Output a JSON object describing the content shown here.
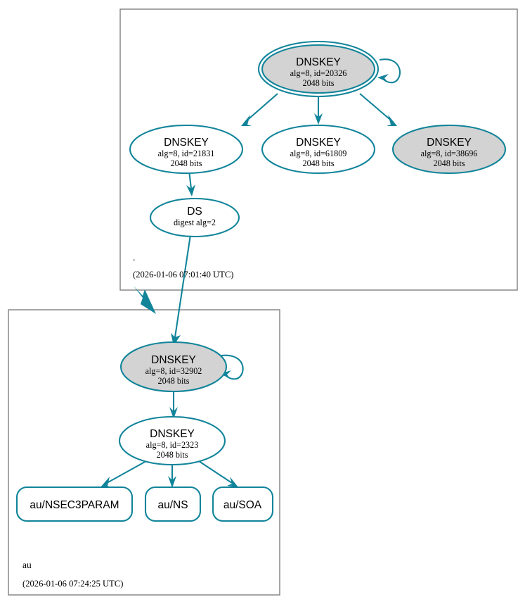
{
  "diagram": {
    "kind": "dnssec-authentication-chain",
    "accent_color": "#11849a",
    "secure_key_fill": "#d3d3d3",
    "zone_border_color": "#808080"
  },
  "zones": [
    {
      "id": "root",
      "name": ".",
      "timestamp": "(2026-01-06 07:01:40 UTC)"
    },
    {
      "id": "au",
      "name": "au",
      "timestamp": "(2026-01-06 07:24:25 UTC)"
    }
  ],
  "nodes": {
    "root_ksk": {
      "title": "DNSKEY",
      "line2": "alg=8, id=20326",
      "line3": "2048 bits"
    },
    "root_zsk_21831": {
      "title": "DNSKEY",
      "line2": "alg=8, id=21831",
      "line3": "2048 bits"
    },
    "root_zsk_61809": {
      "title": "DNSKEY",
      "line2": "alg=8, id=61809",
      "line3": "2048 bits"
    },
    "root_key_38696": {
      "title": "DNSKEY",
      "line2": "alg=8, id=38696",
      "line3": "2048 bits"
    },
    "ds": {
      "title": "DS",
      "line2": "digest alg=2"
    },
    "au_ksk": {
      "title": "DNSKEY",
      "line2": "alg=8, id=32902",
      "line3": "2048 bits"
    },
    "au_zsk": {
      "title": "DNSKEY",
      "line2": "alg=8, id=2323",
      "line3": "2048 bits"
    }
  },
  "rrsets": [
    {
      "id": "nsec3param",
      "label": "au/NSEC3PARAM"
    },
    {
      "id": "ns",
      "label": "au/NS"
    },
    {
      "id": "soa",
      "label": "au/SOA"
    }
  ]
}
